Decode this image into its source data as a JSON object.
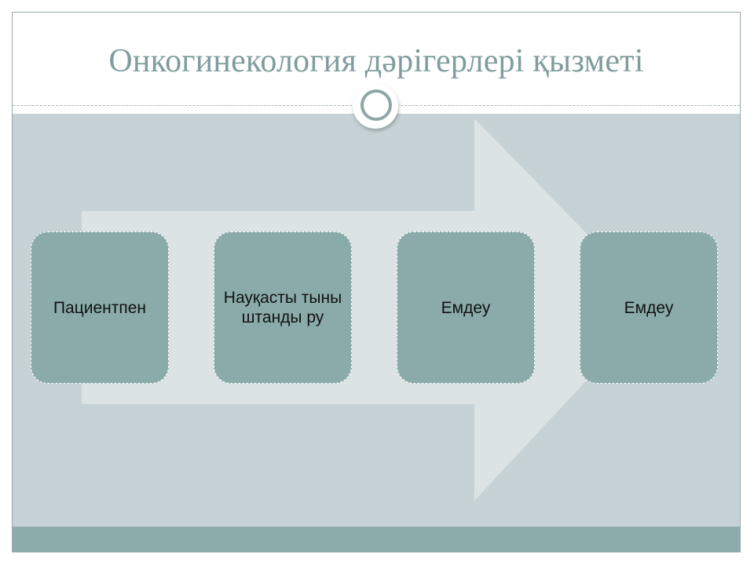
{
  "slide": {
    "title": "Онкогинекология дәрігерлері қызметі"
  },
  "diagram": {
    "steps": [
      {
        "label": "Пациентпен"
      },
      {
        "label": "Науқасты тыныштанды ру"
      },
      {
        "label": "Емдеу"
      },
      {
        "label": "Емдеу"
      }
    ]
  },
  "colors": {
    "title": "#7f9c9e",
    "panel": "#c7d2d6",
    "arrow": "#dbe3e5",
    "box": "#8babab",
    "footer": "#8bacab"
  }
}
